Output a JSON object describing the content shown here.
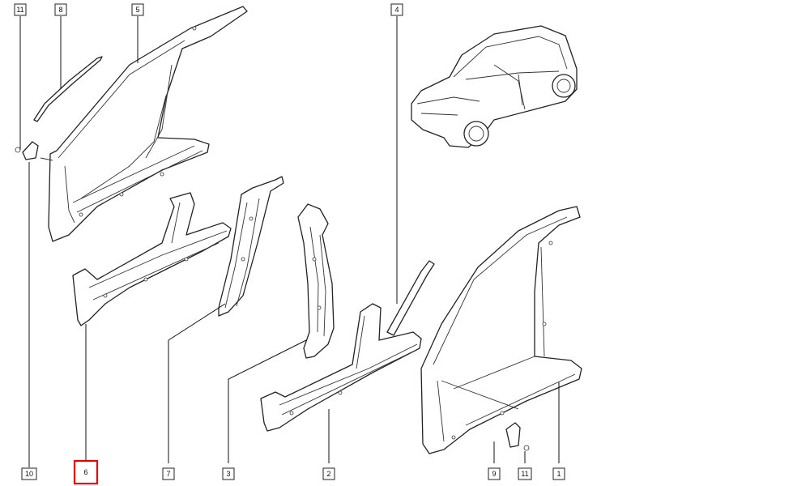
{
  "callouts": {
    "c11_top": "11",
    "c8": "8",
    "c5": "5",
    "c4": "4",
    "c10": "10",
    "c6": "6",
    "c7": "7",
    "c3": "3",
    "c2": "2",
    "c9": "9",
    "c11_bottom": "11",
    "c1": "1"
  },
  "highlight_color": "#e00000"
}
